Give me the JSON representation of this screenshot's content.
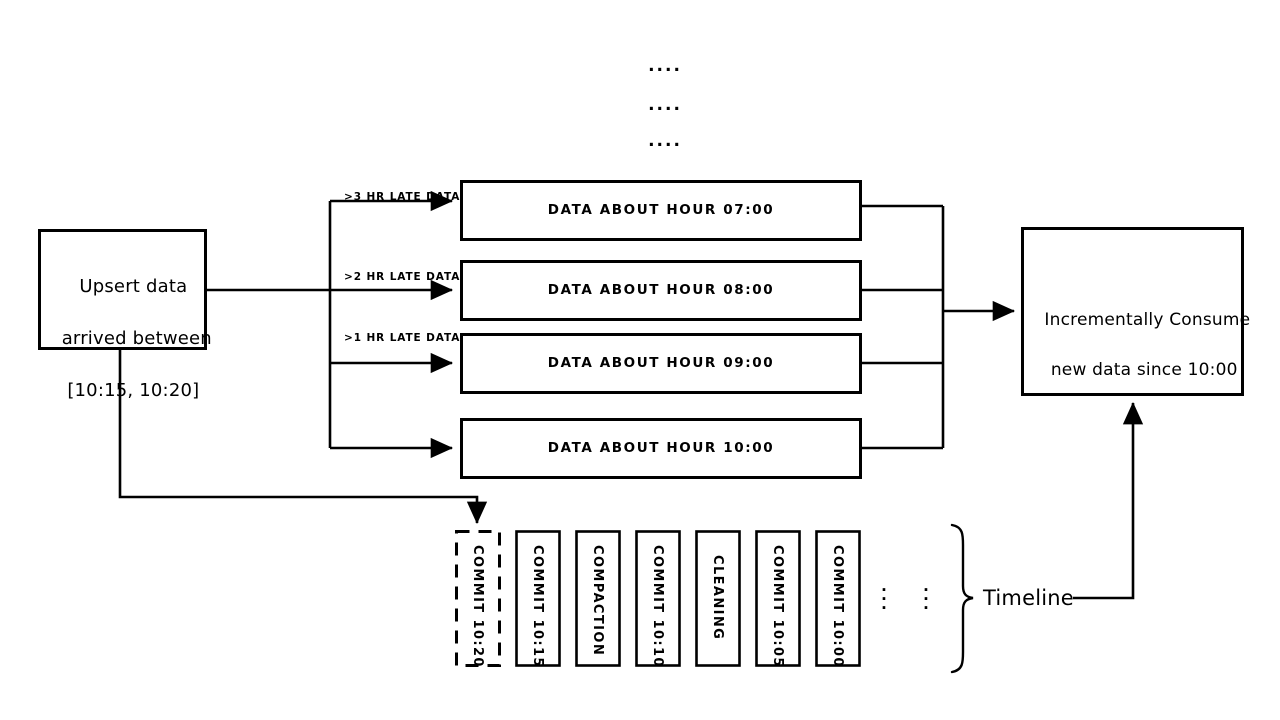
{
  "diagram": {
    "title": "Incremental data consumption with late-arriving data and commit timeline",
    "background_color": "#ffffff",
    "stroke_color": "#000000"
  },
  "source_box": {
    "name": "upsert-data-box",
    "line1": "Upsert data",
    "line2": "arrived between",
    "line3": "[10:15, 10:20]"
  },
  "ellipsis_top": {
    "row1": "....",
    "row2": "....",
    "row3": "...."
  },
  "late_labels": [
    {
      "text": ">3 hr late data"
    },
    {
      "text": ">2 hr late data"
    },
    {
      "text": ">1 hr late data"
    }
  ],
  "hour_boxes": [
    {
      "label": "Data about hour 07:00"
    },
    {
      "label": "Data about hour 08:00"
    },
    {
      "label": "Data about hour 09:00"
    },
    {
      "label": "Data about hour 10:00"
    }
  ],
  "consume_box": {
    "name": "incremental-consume-box",
    "line1": "Incrementally Consume",
    "line2": "new data since 10:00"
  },
  "timeline": {
    "label": "Timeline",
    "ellipsis_1": "⋮",
    "ellipsis_2": "⋮",
    "commits": [
      {
        "label": "COMMIT 10:20",
        "style": "dashed"
      },
      {
        "label": "COMMIT 10:15",
        "style": "solid"
      },
      {
        "label": "COMPACTION",
        "style": "solid"
      },
      {
        "label": "COMMIT 10:10",
        "style": "solid"
      },
      {
        "label": "CLEANING",
        "style": "solid"
      },
      {
        "label": "COMMIT 10:05",
        "style": "solid"
      },
      {
        "label": "COMMIT 10:00",
        "style": "solid"
      }
    ]
  }
}
